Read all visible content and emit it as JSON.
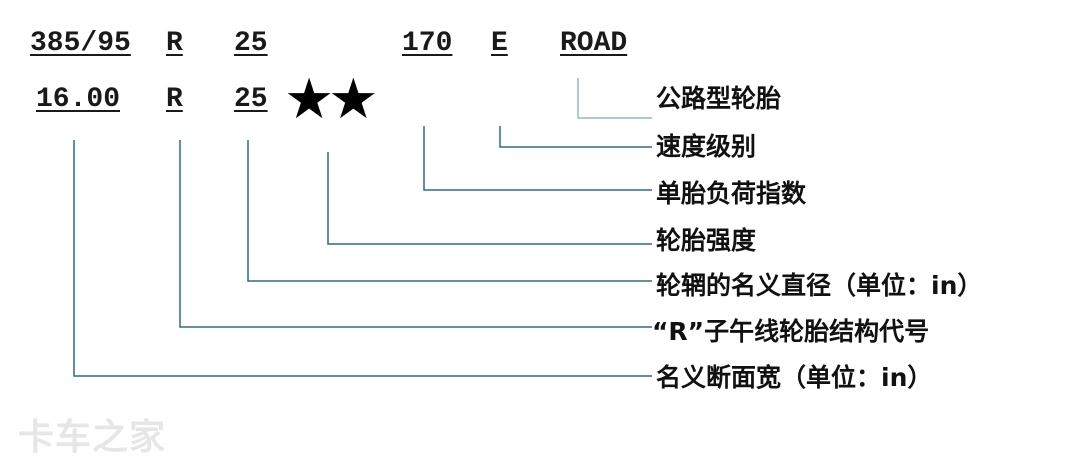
{
  "row1": {
    "section": "385/95",
    "construction": "R",
    "rim": "25",
    "load_index": "170",
    "speed": "E",
    "application": "ROAD"
  },
  "row2": {
    "section": "16.00",
    "construction": "R",
    "rim": "25",
    "strength_stars": "★★"
  },
  "labels": [
    "公路型轮胎",
    "速度级别",
    "单胎负荷指数",
    "轮胎强度",
    "轮辋的名义直径（单位：in）",
    "“R”子午线轮胎结构代号",
    "名义断面宽（单位：in）"
  ],
  "watermark": "卡车之家",
  "colors": {
    "line": "#2e6b8a",
    "line_light": "#8fb8cf",
    "text": "#111111"
  }
}
